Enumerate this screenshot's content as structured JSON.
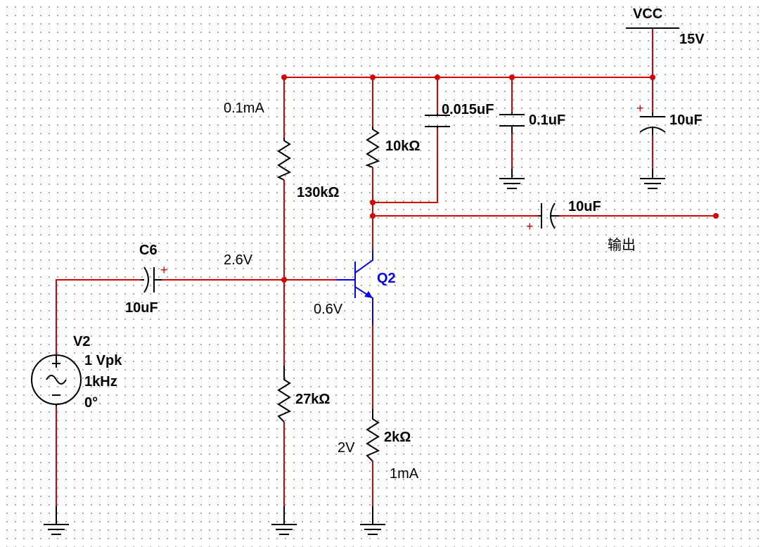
{
  "supply": {
    "name": "VCC",
    "voltage": "15V"
  },
  "source": {
    "name": "V2",
    "amplitude": "1 Vpk",
    "frequency": "1kHz",
    "phase": "0°"
  },
  "input_cap": {
    "name": "C6",
    "value": "10uF"
  },
  "r_top": {
    "value": "130kΩ"
  },
  "r_bottom": {
    "value": "27kΩ"
  },
  "r_collector": {
    "value": "10kΩ"
  },
  "r_emitter": {
    "value": "2kΩ"
  },
  "c_decouple_1": {
    "value": "0.015uF"
  },
  "c_decouple_2": {
    "value": "0.1uF"
  },
  "c_supply": {
    "value": "10uF"
  },
  "output_cap": {
    "value": "10uF"
  },
  "transistor": {
    "name": "Q2"
  },
  "annotations": {
    "bias_current": "0.1mA",
    "base_voltage": "2.6V",
    "vbe": "0.6V",
    "emitter_voltage": "2V",
    "emitter_current": "1mA",
    "output_label": "输出"
  },
  "polarity_mark": "+",
  "colors": {
    "wire": "#d40000",
    "transistor": "#0000ee",
    "component": "#000000"
  }
}
